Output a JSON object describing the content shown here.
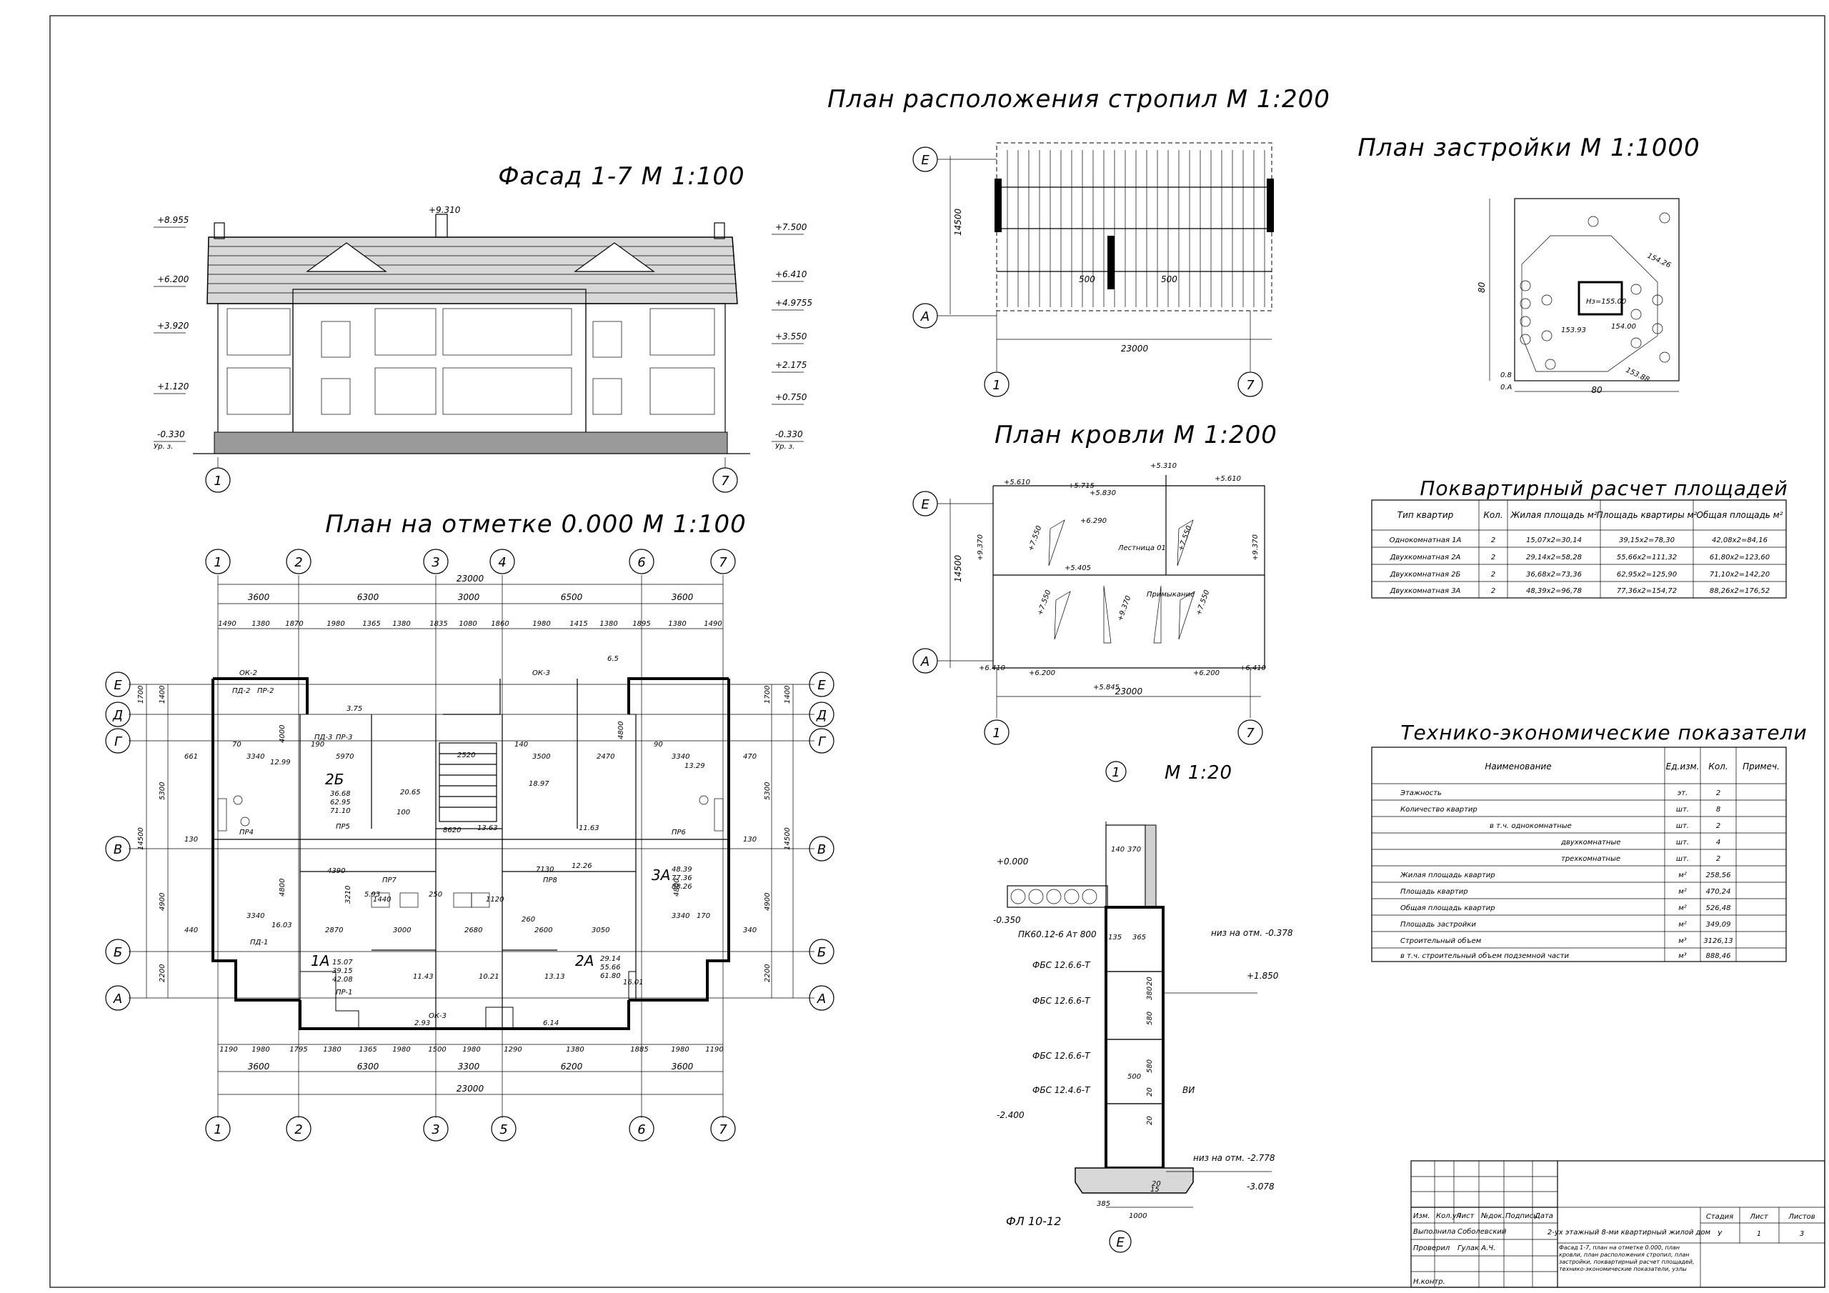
{
  "titles": {
    "facade": "Фасад 1-7 М 1:100",
    "rafters": "План расположения стропил М 1:200",
    "site": "План застройки М 1:1000",
    "roof": "План кровли М 1:200",
    "floor": "План на отметке 0.000 М 1:100",
    "detail_num": "1",
    "detail_scale": "М 1:20",
    "area_table": "Поквартирный расчет площадей",
    "tep_table": "Технико-экономические показатели"
  },
  "facade": {
    "left_marks": [
      "+8.955",
      "+6.200",
      "+3.920",
      "+1.120",
      "-0.330"
    ],
    "right_marks": [
      "+7.500",
      "+6.410",
      "+4.9755",
      "+3.550",
      "+2.175",
      "+0.750",
      "-0.330"
    ],
    "top_mark": "+9.310",
    "ground_label": "Ур. з.",
    "axes": [
      "1",
      "7"
    ]
  },
  "rafters": {
    "axes_left": [
      "Е",
      "А"
    ],
    "axes_bottom": [
      "1",
      "7"
    ],
    "dims": [
      "14500",
      "23000",
      "500",
      "500"
    ]
  },
  "site": {
    "marks": [
      "154.26",
      "Нз=155.00",
      "154.00",
      "153.93",
      "153.88"
    ],
    "dims": [
      "80",
      "80",
      "0.8",
      "0.А"
    ]
  },
  "roof": {
    "axes_left": [
      "Е",
      "А"
    ],
    "axes_bottom": [
      "1",
      "7"
    ],
    "marks": [
      "+5.610",
      "+5.715",
      "+5.830",
      "+5.310",
      "+5.610",
      "+6.290",
      "+5.405",
      "+7.550",
      "+7.550",
      "+7.550",
      "+7.550",
      "+9.370",
      "+9.370",
      "+9.370",
      "+6.410",
      "+6.200",
      "+5.845",
      "+6.200",
      "+6.410"
    ],
    "dims": [
      "14500",
      "23000"
    ],
    "notes": [
      "Лестница 01",
      "Примыкание"
    ]
  },
  "floor": {
    "axes_top": [
      "1",
      "2",
      "3",
      "4",
      "6",
      "7"
    ],
    "axes_bottom": [
      "1",
      "2",
      "3",
      "5",
      "6",
      "7"
    ],
    "axes_left": [
      "Е",
      "Д",
      "Г",
      "В",
      "Б",
      "А"
    ],
    "axes_right": [
      "Е",
      "Д",
      "Г",
      "В",
      "Б",
      "А"
    ],
    "dim_total_top": "23000",
    "dim_mid_top": [
      "3600",
      "6300",
      "3000",
      "6500",
      "3600"
    ],
    "dim_chain_top": [
      "1490",
      "1380",
      "1870",
      "1980",
      "1365",
      "1380",
      "1835",
      "1080",
      "1860",
      "1980",
      "1415",
      "1380",
      "1895",
      "1380",
      "1490"
    ],
    "dim_total_bottom": "23000",
    "dim_mid_bottom": [
      "3600",
      "6300",
      "3300",
      "6200",
      "3600"
    ],
    "dim_chain_bottom": [
      "1190",
      "1980",
      "1795",
      "1380",
      "1365",
      "1980",
      "1500",
      "1980",
      "1290",
      "1380",
      "1885",
      "1980",
      "1190"
    ],
    "dim_left": [
      "1700",
      "1400",
      "5300",
      "14500",
      "4900",
      "2200"
    ],
    "dim_right": [
      "1700",
      "1400",
      "5300",
      "14500",
      "4900",
      "2200"
    ],
    "side_marks": [
      "661",
      "130",
      "440",
      "470",
      "130",
      "340"
    ],
    "apartments": [
      "2Б",
      "1А",
      "2А",
      "3А"
    ],
    "areas": [
      "12.99",
      "20.65",
      "18.97",
      "13.29",
      "16.03",
      "11.43",
      "10.21",
      "13.13",
      "16.01",
      "13.63",
      "11.63",
      "12.26",
      "5.93",
      "3.75",
      "2.93",
      "6.14",
      "6.5"
    ],
    "apt_values": [
      "36.68",
      "62.95",
      "71.10",
      "15.07",
      "39.15",
      "42.08",
      "29.14",
      "55.66",
      "61.80",
      "48.39",
      "77.36",
      "88.26"
    ],
    "room_dims": [
      "3340",
      "5970",
      "3500",
      "2470",
      "3340",
      "4000",
      "4800",
      "4800",
      "4800",
      "3340",
      "2870",
      "3000",
      "2680",
      "3050",
      "3340",
      "4390",
      "7130",
      "8620",
      "2520",
      "1440",
      "1120",
      "3210",
      "2600",
      "260",
      "250",
      "190",
      "140",
      "100",
      "70",
      "90",
      "170"
    ],
    "labels": [
      "ПД-2",
      "ПР-2",
      "ПД-3",
      "ПР-3",
      "ОК-2",
      "ОК-3",
      "ПР4",
      "ПР5",
      "ПР6",
      "ПР7",
      "ПР8",
      "ОК-3",
      "ПД-1",
      "ПР-1"
    ]
  },
  "detail": {
    "marks": [
      "+0.000",
      "-0.350",
      "-2.400",
      "-3.078",
      "+1.850"
    ],
    "labels": [
      "ПК60.12-6 Ат 800",
      "низ на отм. -0.378",
      "ФБС 12.6.6-Т",
      "ФБС 12.6.6-Т",
      "ФБС 12.6.6-Т",
      "ФБС 12.4.6-Т",
      "ВИ",
      "низ на отм. -2.778",
      "ФЛ 10-12"
    ],
    "dims": [
      "140",
      "370",
      "135",
      "365",
      "380",
      "580",
      "500",
      "580",
      "20",
      "20",
      "20",
      "385",
      "1000",
      "15",
      "20"
    ],
    "axis": "Е"
  },
  "area_table": {
    "headers": [
      "Тип квартир",
      "Кол.",
      "Жилая площадь м²",
      "Площадь квартиры м²",
      "Общая площадь м²"
    ],
    "rows": [
      [
        "Однокомнатная 1А",
        "2",
        "15,07x2=30,14",
        "39,15x2=78,30",
        "42,08x2=84,16"
      ],
      [
        "Двухкомнатная 2А",
        "2",
        "29,14x2=58,28",
        "55,66x2=111,32",
        "61,80x2=123,60"
      ],
      [
        "Двухкомнатная 2Б",
        "2",
        "36,68x2=73,36",
        "62,95x2=125,90",
        "71,10x2=142,20"
      ],
      [
        "Двухкомнатная 3А",
        "2",
        "48,39x2=96,78",
        "77,36x2=154,72",
        "88,26x2=176,52"
      ]
    ]
  },
  "tep_table": {
    "headers": [
      "Наименование",
      "Ед.изм.",
      "Кол.",
      "Примеч."
    ],
    "rows": [
      [
        "Этажность",
        "эт.",
        "2",
        ""
      ],
      [
        "Количество квартир",
        "шт.",
        "8",
        ""
      ],
      [
        "в т.ч. однокомнатные",
        "шт.",
        "2",
        ""
      ],
      [
        "двухкомнатные",
        "шт.",
        "4",
        ""
      ],
      [
        "трехкомнатные",
        "шт.",
        "2",
        ""
      ],
      [
        "Жилая площадь квартир",
        "м²",
        "258,56",
        ""
      ],
      [
        "Площадь квартир",
        "м²",
        "470,24",
        ""
      ],
      [
        "Общая площадь квартир",
        "м²",
        "526,48",
        ""
      ],
      [
        "Площадь застройки",
        "м²",
        "349,09",
        ""
      ],
      [
        "Строительный объем",
        "м³",
        "3126,13",
        ""
      ],
      [
        "в т.ч. строительный объем подземной части",
        "м³",
        "888,46",
        ""
      ]
    ]
  },
  "stamp": {
    "header_cells": [
      "Изм.",
      "Кол.уч",
      "Лист",
      "№док.",
      "Подпись",
      "Дата"
    ],
    "roles": [
      "Выполнила",
      "Проверил",
      "Н.контр."
    ],
    "names": [
      "Соболевский",
      "Гулак А.Ч."
    ],
    "project": "2-ух этажный 8-ми квартирный жилой дом",
    "sheet_desc": "Фасад 1-7, план на отметке 0.000, план кровли, план расположения стропил, план застройки, поквартирный расчет площадей, технико-экономические показатели, узлы",
    "stage_headers": [
      "Стадия",
      "Лист",
      "Листов"
    ],
    "stage_values": [
      "У",
      "1",
      "3"
    ]
  }
}
